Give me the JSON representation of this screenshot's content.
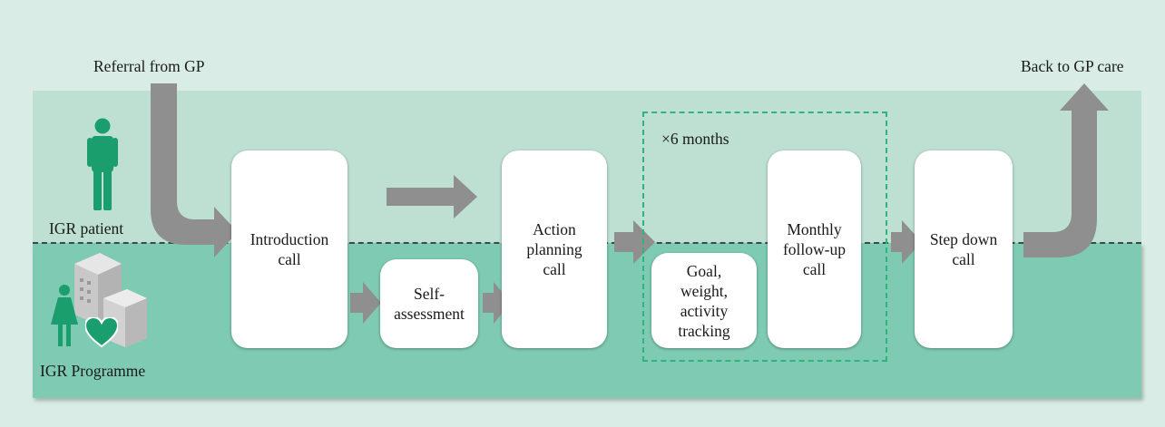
{
  "labels": {
    "referral": "Referral from GP",
    "back_to_gp": "Back to GP care",
    "igr_patient": "IGR patient",
    "igr_programme": "IGR Programme",
    "repeat": "×6 months"
  },
  "steps": {
    "introduction": "Introduction call",
    "self_assessment": "Self-assessment",
    "action_planning": "Action planning call",
    "tracking": "Goal, weight, activity tracking",
    "monthly_followup": "Monthly follow-up call",
    "step_down": "Step down call"
  },
  "colors": {
    "background": "#d9ede6",
    "patient_lane": "#bde0d3",
    "programme_lane": "#7fcab3",
    "arrow": "#8f8f8f",
    "icon_green": "#1a9e6e",
    "repeat_border": "#2fb37f"
  },
  "icons": [
    "person-icon",
    "building-icon",
    "woman-icon",
    "heart-icon"
  ]
}
